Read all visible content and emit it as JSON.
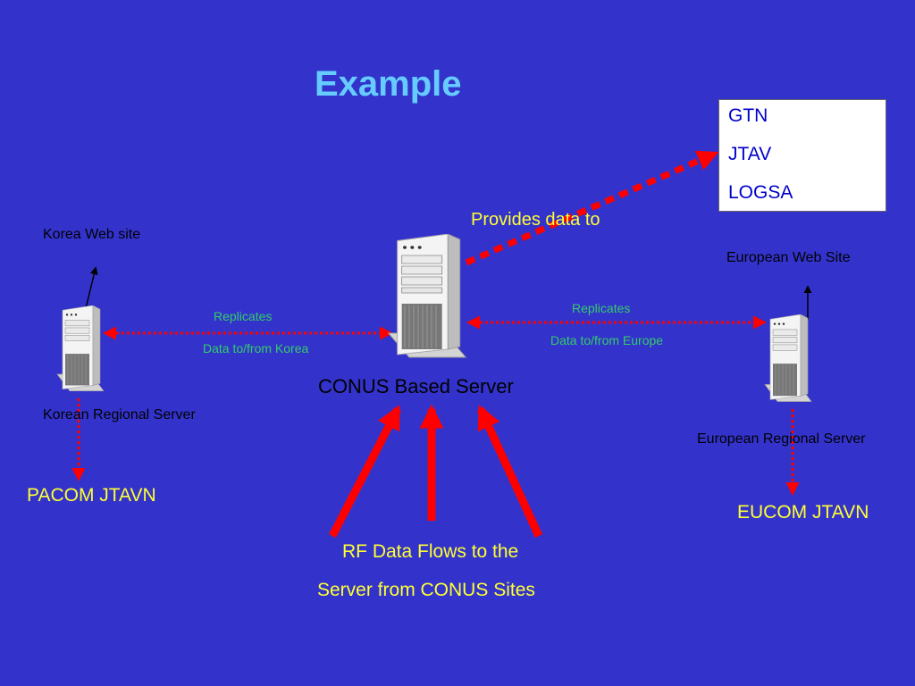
{
  "title": "Example",
  "systems": [
    "GTN",
    "JTAV",
    "LOGSA"
  ],
  "provides_label": "Provides data to",
  "korea": {
    "web_site": "Korea Web site",
    "server": "Korean Regional Server",
    "network": "PACOM JTAVN",
    "replicates": "Replicates",
    "data_flow": "Data to/from Korea"
  },
  "europe": {
    "web_site": "European Web Site",
    "server": "European Regional Server",
    "network": "EUCOM JTAVN",
    "replicates": "Replicates",
    "data_flow": "Data to/from Europe"
  },
  "conus": {
    "server": "CONUS Based Server"
  },
  "rf_flows": {
    "line1": "RF Data Flows to the",
    "line2": "Server from CONUS Sites"
  },
  "colors": {
    "background": "#3333cc",
    "title": "#66ccff",
    "arrow": "#ff0000",
    "yellow_text": "#ffff33",
    "green_text": "#33cc66"
  }
}
